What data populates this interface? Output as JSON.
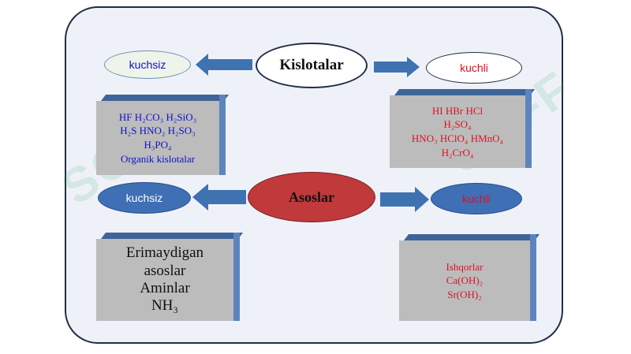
{
  "title": "Kislotalar",
  "acids": {
    "weak_label": "kuchsiz",
    "strong_label": "kuchli",
    "weak_lines": [
      "HF   H₂CO₃  H₂SiO₃",
      "H₂S   HNO₂   H₂SO₃",
      "H₃PO₄",
      "Organik kislotalar"
    ],
    "strong_lines": [
      "HI    HBr   HCl",
      "H₂SO₄",
      "HNO₃   HClO₄   HMnO₄",
      "H₂CrO₄"
    ]
  },
  "bases": {
    "title": "Asoslar",
    "weak_label": "kuchsiz",
    "strong_label": "kuchli",
    "weak_lines": [
      "Erimaydigan",
      "asoslar",
      "Aminlar",
      "NH₃"
    ],
    "strong_lines": [
      "Ishqorlar",
      "Ca(OH)₂",
      "Sr(OH)₂"
    ]
  },
  "colors": {
    "acid_weak_text": "#1010c8",
    "acid_strong_text": "#e01020",
    "base_fill": "#3f6fb5",
    "asoslar_fill": "#c0393b",
    "arrow": "#3f72b0"
  }
}
